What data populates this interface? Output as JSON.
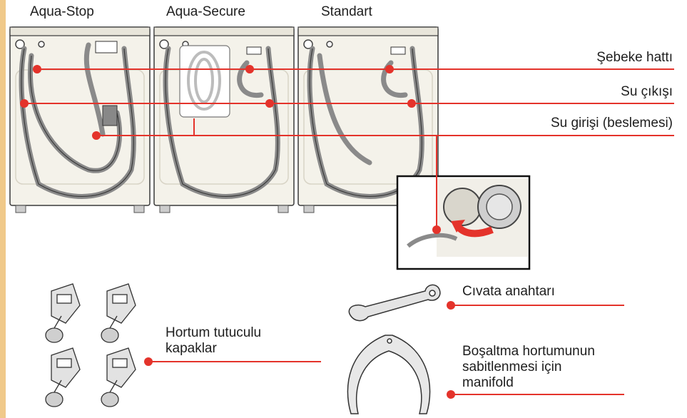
{
  "machines": [
    {
      "label": "Aqua-Stop"
    },
    {
      "label": "Aqua-Secure"
    },
    {
      "label": "Standart"
    }
  ],
  "callouts": {
    "supply_line": "Şebeke hattı",
    "water_outlet": "Su çıkışı",
    "water_inlet": "Su girişi (beslemesi)"
  },
  "accessories": {
    "hose_clamp_caps": [
      "Hortum tutuculu",
      "kapaklar"
    ],
    "wrench": "Cıvata anahtarı",
    "manifold": [
      "Boşaltma hortumunun",
      "sabitlenmesi için",
      "manifold"
    ]
  },
  "colors": {
    "callout": "#e4332b",
    "sidebar": "#f0c98a",
    "machine_body": "#f4f2ea",
    "hose": "#8a8a8a"
  }
}
